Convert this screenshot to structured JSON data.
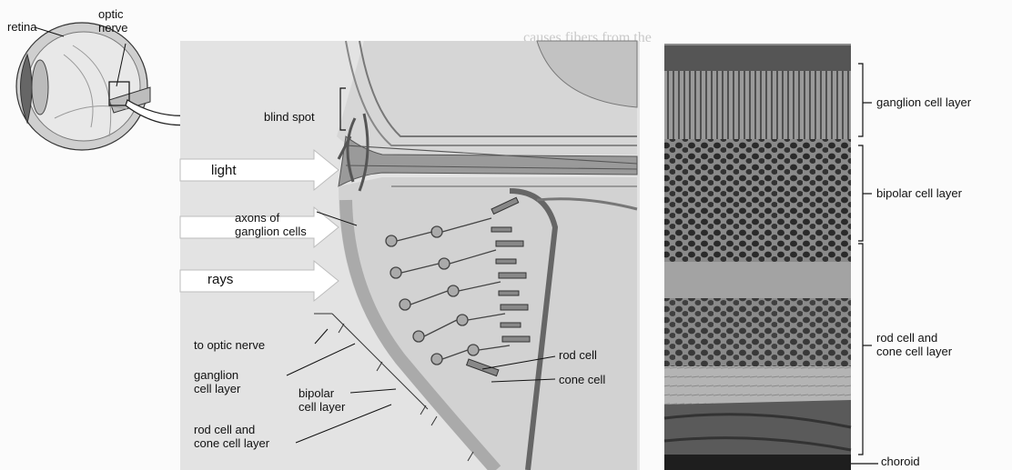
{
  "eye_inset": {
    "retina_label": "retina",
    "optic_nerve_label": "optic\nnerve"
  },
  "diagram": {
    "blind_spot": "blind spot",
    "light": "light",
    "rays": "rays",
    "axons_of_ganglion_cells": "axons of\nganglion cells",
    "to_optic_nerve": "to optic nerve",
    "ganglion_cell_layer": "ganglion\ncell layer",
    "bipolar_cell_layer": "bipolar\ncell layer",
    "rod_and_cone_cell_layer": "rod cell and\ncone cell layer",
    "rod_cell": "rod cell",
    "cone_cell": "cone cell"
  },
  "micrograph": {
    "ganglion_cell_layer": "ganglion cell layer",
    "bipolar_cell_layer": "bipolar cell layer",
    "rod_and_cone_cell_layer": "rod cell and\ncone cell layer",
    "choroid": "choroid"
  },
  "colors": {
    "panel_bg": "#e3e3e3",
    "arrow_fill": "#ffffff",
    "tissue": "#6f6f6f"
  }
}
